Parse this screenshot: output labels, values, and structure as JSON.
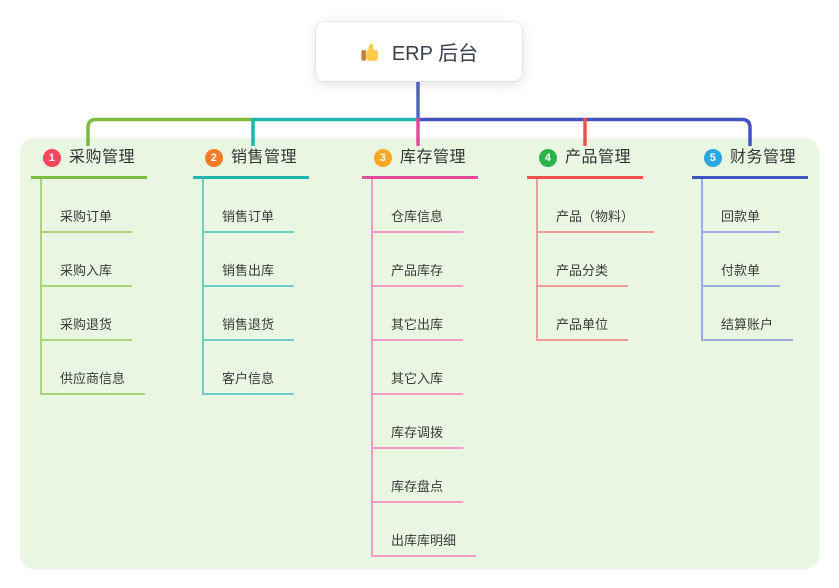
{
  "root": {
    "title": "ERP 后台",
    "icon": "thumbs-up"
  },
  "colors": {
    "page_bg": "#ffffff",
    "panel_bg": "#E9F6E2",
    "root_line": "#5265C4",
    "bus_left": "#7CBB3F",
    "bus_mid": "#1FB6AE",
    "bus_right": "#4254BE",
    "drop_3": "#E64A9C",
    "drop_4": "#F0504F",
    "thumb_body": "#FBCB4A",
    "thumb_sleeve": "#C77F3C"
  },
  "branches": [
    {
      "index": "1",
      "title": "采购管理",
      "badge_color": "#F5485C",
      "line_color": "#7CBB3F",
      "light_color": "#A9D37E",
      "children": [
        "采购订单",
        "采购入库",
        "采购退货",
        "供应商信息"
      ]
    },
    {
      "index": "2",
      "title": "销售管理",
      "badge_color": "#F67B29",
      "line_color": "#1FB6AE",
      "light_color": "#6FCDC5",
      "children": [
        "销售订单",
        "销售出库",
        "销售退货",
        "客户信息"
      ]
    },
    {
      "index": "3",
      "title": "库存管理",
      "badge_color": "#F9A825",
      "line_color": "#E64A9C",
      "light_color": "#F29BC6",
      "children": [
        "仓库信息",
        "产品库存",
        "其它出库",
        "其它入库",
        "库存调拨",
        "库存盘点",
        "出库库明细"
      ]
    },
    {
      "index": "4",
      "title": "产品管理",
      "badge_color": "#2DB14B",
      "line_color": "#F0504F",
      "light_color": "#F59B97",
      "children": [
        "产品（物料）",
        "产品分类",
        "产品单位"
      ]
    },
    {
      "index": "5",
      "title": "财务管理",
      "badge_color": "#2BA7E1",
      "line_color": "#4254BE",
      "light_color": "#9DAEDE",
      "children": [
        "回款单",
        "付款单",
        "结算账户"
      ]
    }
  ]
}
